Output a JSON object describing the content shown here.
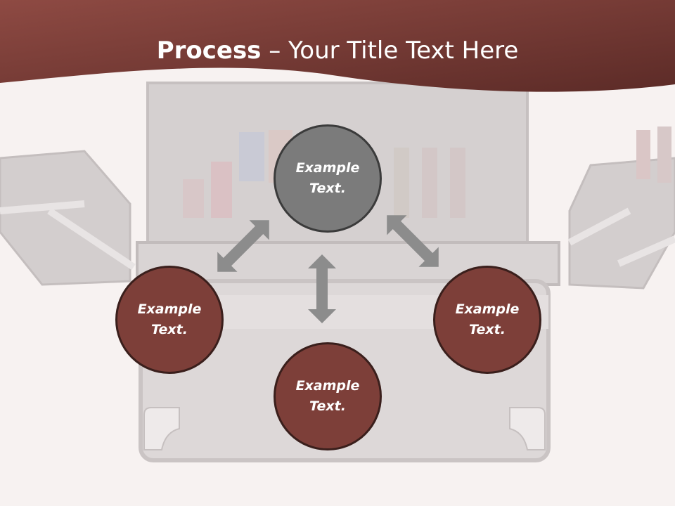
{
  "header": {
    "title_bold": "Process",
    "title_rest": " – Your Title Text Here"
  },
  "nodes": [
    {
      "id": "top",
      "line1": "Example",
      "line2": "Text.",
      "color": "#7b7b7b"
    },
    {
      "id": "left",
      "line1": "Example",
      "line2": "Text.",
      "color": "#7d3f39"
    },
    {
      "id": "right",
      "line1": "Example",
      "line2": "Text.",
      "color": "#7d3f39"
    },
    {
      "id": "bottom",
      "line1": "Example",
      "line2": "Text.",
      "color": "#7d3f39"
    }
  ],
  "colors": {
    "header_band": "#7a3d38",
    "arrow": "#8c8c8c",
    "background": "#f7f2f1"
  }
}
